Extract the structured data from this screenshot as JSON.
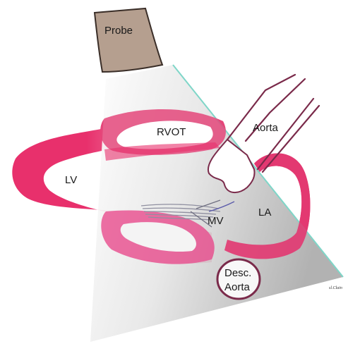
{
  "labels": {
    "probe": "Probe",
    "rvot": "RVOT",
    "aorta": "Aorta",
    "lv": "LV",
    "mv": "MV",
    "la": "LA",
    "desc_aorta_line1": "Desc.",
    "desc_aorta_line2": "Aorta",
    "signature": "sl.Clain"
  },
  "colors": {
    "probe_fill": "#b59f8f",
    "probe_stroke": "#3a2e28",
    "myocardium": "#e6356f",
    "myocardium_light": "#ec86a8",
    "aorta_stroke": "#7a2a4a",
    "sector_edge": "#7fd6c8",
    "valve": "#9a9aa8"
  }
}
